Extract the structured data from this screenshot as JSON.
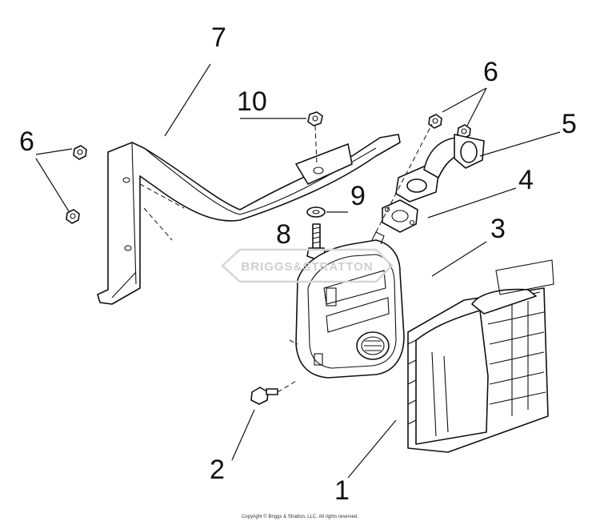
{
  "callouts": {
    "c1": "1",
    "c2": "2",
    "c3": "3",
    "c4": "4",
    "c5": "5",
    "c6a": "6",
    "c6b": "6",
    "c7": "7",
    "c8": "8",
    "c9": "9",
    "c10": "10"
  },
  "watermark": {
    "text": "BRIGGS&STRATTON"
  },
  "footer": {
    "copyright": "Copyright © Briggs & Stratton, LLC. All rights reserved."
  },
  "colors": {
    "ink": "#111111",
    "watermark": "#cfcfcf",
    "background": "#ffffff"
  }
}
